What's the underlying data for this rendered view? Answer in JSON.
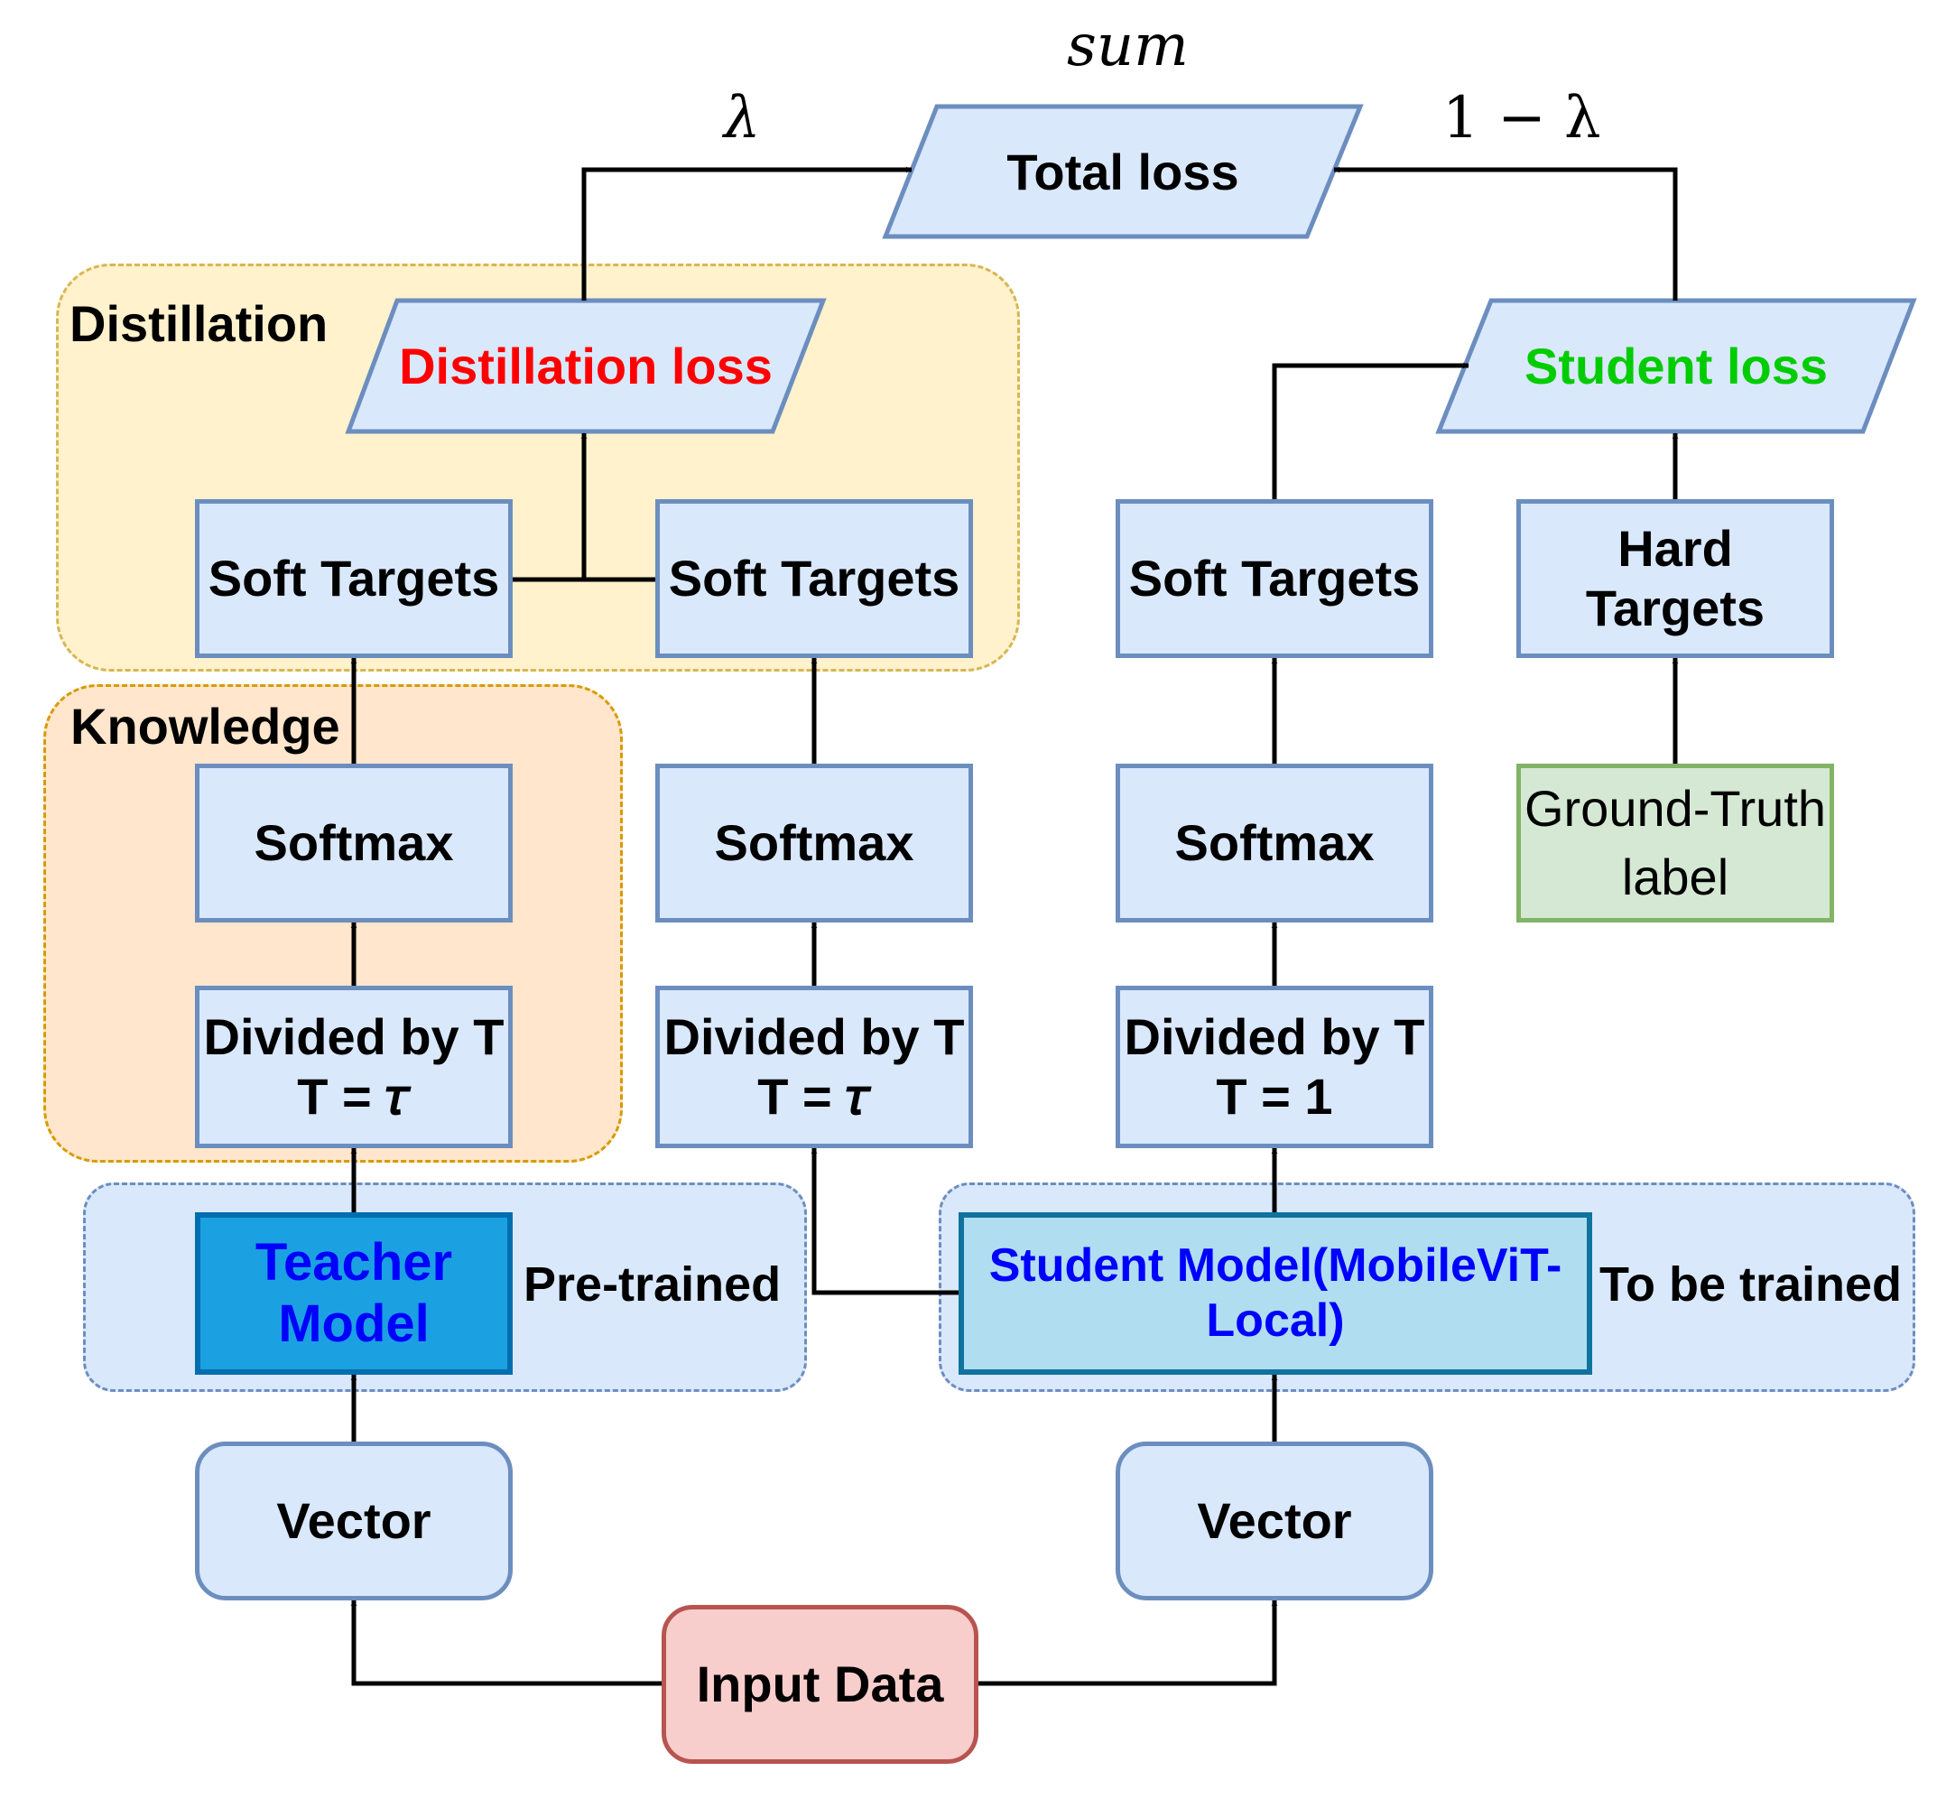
{
  "regions": {
    "distillation": "Distillation",
    "knowledge": "Knowledge",
    "pretrained": "Pre-trained",
    "to_be_trained": "To be trained"
  },
  "top": {
    "sum_label": "sum",
    "lambda_label": "λ",
    "one_minus_lambda_label": "1 − λ"
  },
  "losses": {
    "total": "Total loss",
    "distillation": "Distillation loss",
    "student": "Student loss",
    "distillation_color": "#ff0000",
    "student_color": "#00cc00"
  },
  "teacher_branch": {
    "soft_targets": "Soft Targets",
    "softmax": "Softmax",
    "divide": "Divided by T\nT = 𝜏",
    "model": "Teacher\nModel",
    "vector": "Vector"
  },
  "middle_branch": {
    "soft_targets": "Soft Targets",
    "softmax": "Softmax",
    "divide": "Divided by T\nT = 𝜏"
  },
  "student_branch": {
    "soft_targets": "Soft Targets",
    "softmax": "Softmax",
    "divide": "Divided by T\nT = 1",
    "model": "Student Model(MobileViT-\nLocal)",
    "vector": "Vector"
  },
  "ground_truth": {
    "hard_targets": "Hard\nTargets",
    "label": "Ground-Truth\nlabel"
  },
  "input": "Input Data"
}
